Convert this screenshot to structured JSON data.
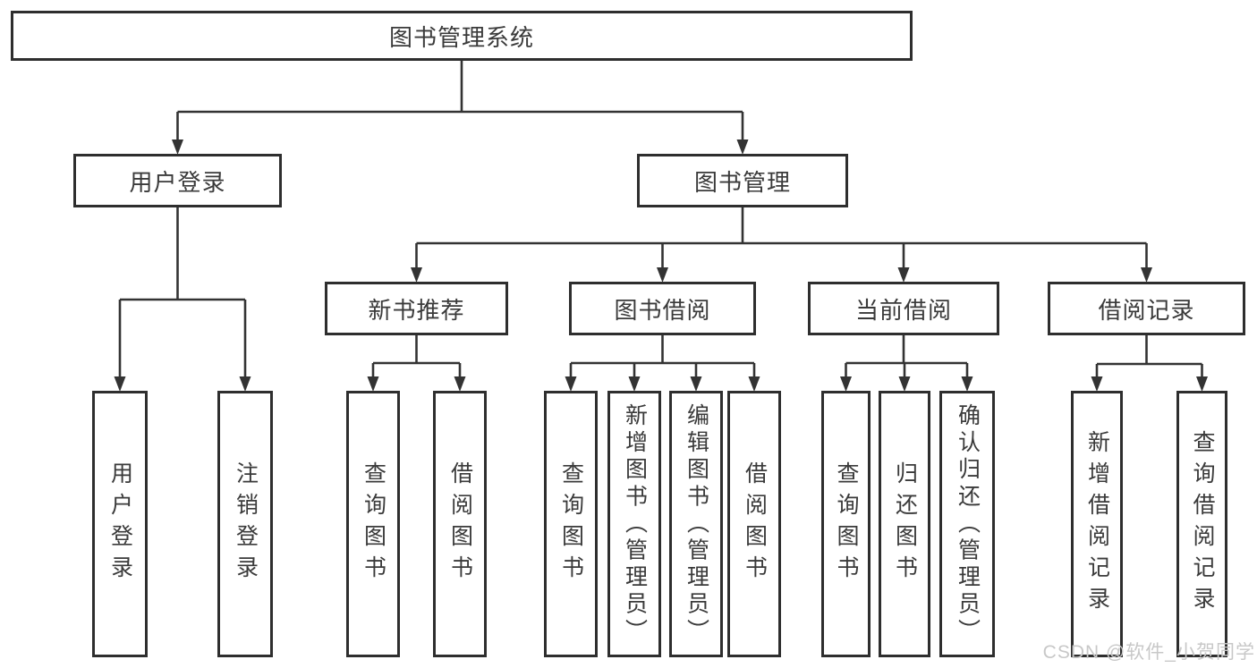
{
  "diagram": {
    "nodes": {
      "root": {
        "label": "图书管理系统"
      },
      "login": {
        "label": "用户登录"
      },
      "manage": {
        "label": "图书管理"
      },
      "login-user": {
        "label": "用户登录"
      },
      "login-logout": {
        "label": "注销登录"
      },
      "rec": {
        "label": "新书推荐"
      },
      "rec-query": {
        "label": "查询图书"
      },
      "rec-borrow": {
        "label": "借阅图书"
      },
      "borrow": {
        "label": "图书借阅"
      },
      "borrow-query": {
        "label": "查询图书"
      },
      "borrow-add": {
        "label": "新增图书（管理员）"
      },
      "borrow-edit": {
        "label": "编辑图书（管理员）"
      },
      "borrow-borrow": {
        "label": "借阅图书"
      },
      "current": {
        "label": "当前借阅"
      },
      "current-query": {
        "label": "查询图书"
      },
      "current-return": {
        "label": "归还图书"
      },
      "current-confirm": {
        "label": "确认归还（管理员）"
      },
      "records": {
        "label": "借阅记录"
      },
      "records-add": {
        "label": "新增借阅记录"
      },
      "records-query": {
        "label": "查询借阅记录"
      }
    },
    "tree": {
      "id": "root",
      "children": [
        {
          "id": "login",
          "children": [
            {
              "id": "login-user"
            },
            {
              "id": "login-logout"
            }
          ]
        },
        {
          "id": "manage",
          "children": [
            {
              "id": "rec",
              "children": [
                {
                  "id": "rec-query"
                },
                {
                  "id": "rec-borrow"
                }
              ]
            },
            {
              "id": "borrow",
              "children": [
                {
                  "id": "borrow-query"
                },
                {
                  "id": "borrow-add"
                },
                {
                  "id": "borrow-edit"
                },
                {
                  "id": "borrow-borrow"
                }
              ]
            },
            {
              "id": "current",
              "children": [
                {
                  "id": "current-query"
                },
                {
                  "id": "current-return"
                },
                {
                  "id": "current-confirm"
                }
              ]
            },
            {
              "id": "records",
              "children": [
                {
                  "id": "records-add"
                },
                {
                  "id": "records-query"
                }
              ]
            }
          ]
        }
      ]
    }
  },
  "watermark": {
    "text": "CSDN @软件_小贺同学"
  },
  "colors": {
    "line": "#333333",
    "box_border": "#2e2e2e",
    "text": "#3a3a3a",
    "watermark": "#c8c8c8",
    "background": "#ffffff"
  }
}
